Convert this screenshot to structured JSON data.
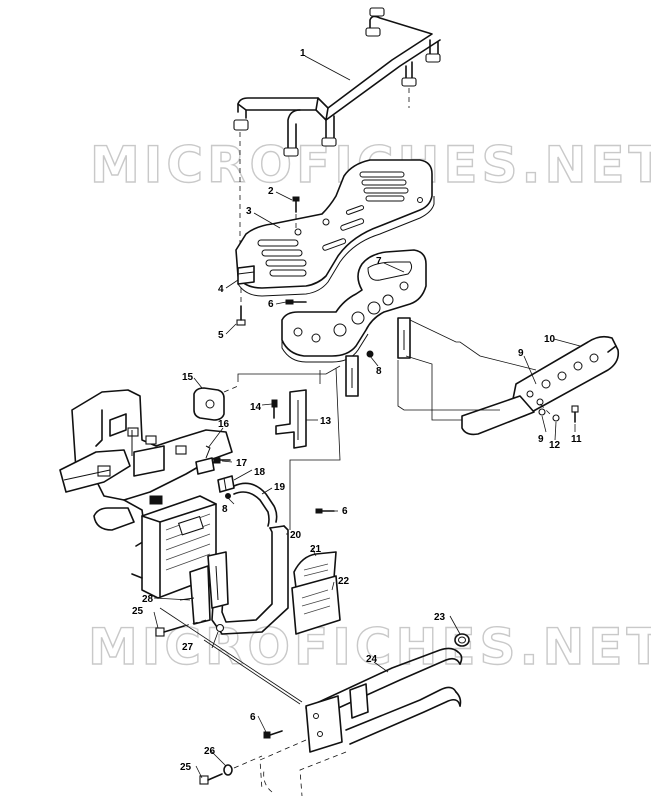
{
  "watermark": "MICROFICHES.NET",
  "callouts": {
    "c1": "1",
    "c2": "2",
    "c3": "3",
    "c4": "4",
    "c5": "5",
    "c6a": "6",
    "c6b": "6",
    "c6c": "6",
    "c7": "7",
    "c8a": "8",
    "c8b": "8",
    "c9a": "9",
    "c9b": "9",
    "c10": "10",
    "c11": "11",
    "c12": "12",
    "c13": "13",
    "c14": "14",
    "c15": "15",
    "c16": "16",
    "c17": "17",
    "c18": "18",
    "c19": "19",
    "c20": "20",
    "c21": "21",
    "c22": "22",
    "c23": "23",
    "c24": "24",
    "c25a": "25",
    "c25b": "25",
    "c26": "26",
    "c27": "27",
    "c28": "28"
  }
}
